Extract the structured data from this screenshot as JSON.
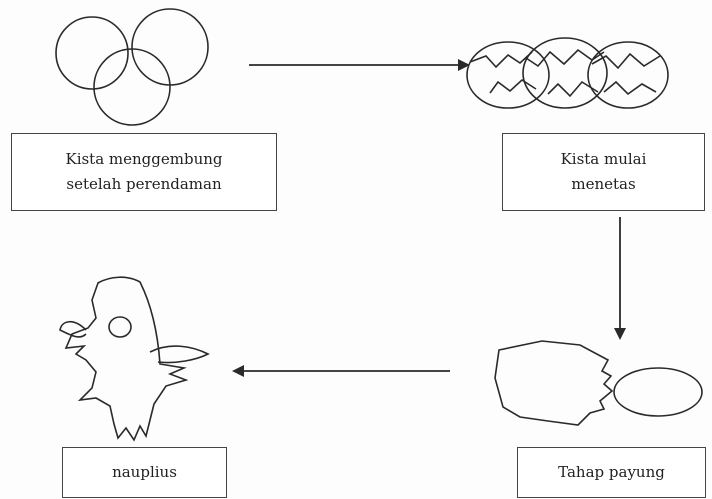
{
  "stages": [
    {
      "id": "swelling",
      "label": "Kista menggembung\nsetelah perendaman"
    },
    {
      "id": "hatching",
      "label": "Kista mulai\nmenetas"
    },
    {
      "id": "umbrella",
      "label": "Tahap payung"
    },
    {
      "id": "nauplius",
      "label": "nauplius"
    }
  ],
  "colors": {
    "line": "#2a2a2a",
    "box_border": "#444444",
    "background": "#fdfdfd"
  }
}
